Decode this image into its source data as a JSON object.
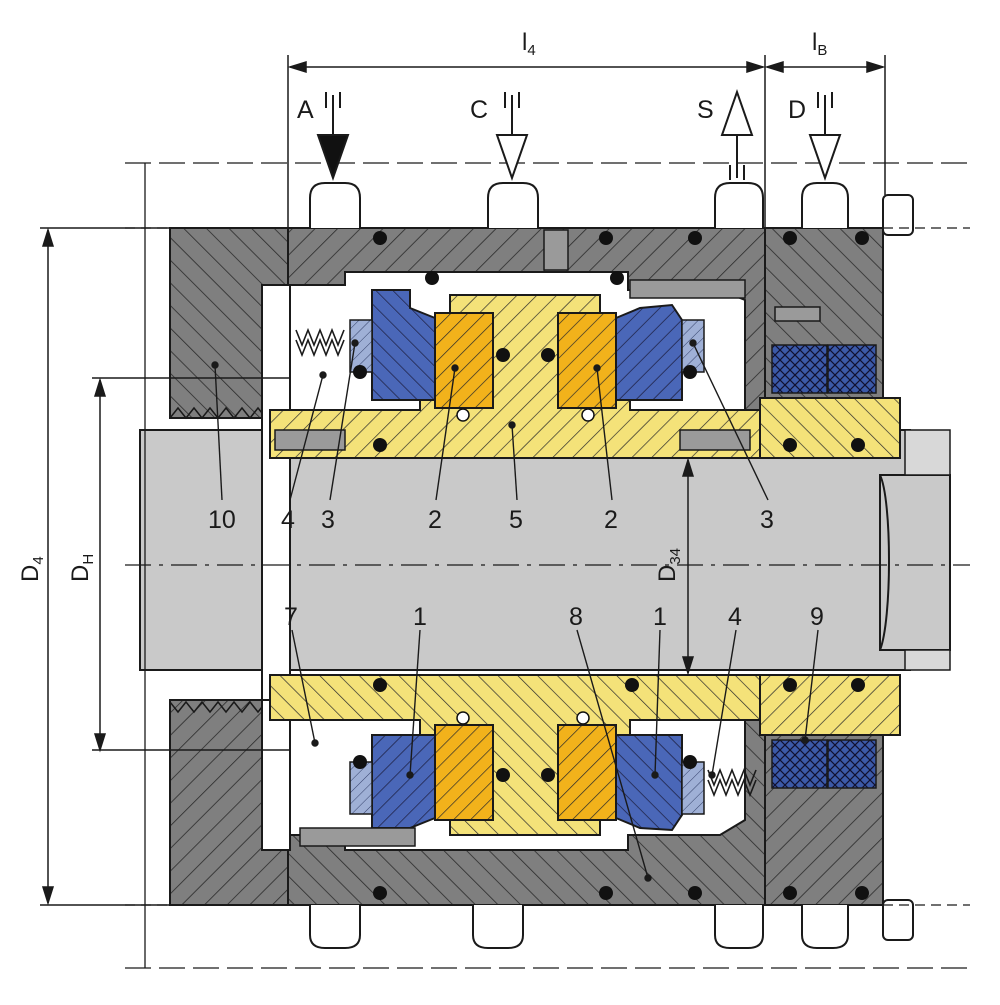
{
  "dimensions": {
    "l4": {
      "main": "l",
      "sub": "4"
    },
    "lB": {
      "main": "l",
      "sub": "B"
    },
    "D4": {
      "main": "D",
      "sub": "4"
    },
    "DH": {
      "main": "D",
      "sub": "H"
    },
    "D34": {
      "main": "D",
      "sub": "34"
    }
  },
  "ports": {
    "A": "A",
    "C": "C",
    "S": "S",
    "D": "D"
  },
  "part_labels": {
    "p10": "10",
    "p4_top_left": "4",
    "p3_top_left": "3",
    "p2_top_left": "2",
    "p5": "5",
    "p2_top_right": "2",
    "p3_top_right": "3",
    "p7": "7",
    "p1_bottom_left": "1",
    "p8": "8",
    "p1_bottom_right": "1",
    "p4_bottom_right": "4",
    "p9": "9"
  },
  "colors": {
    "housing": "#7f7f7f",
    "shaft": "#c9c9c9",
    "sleeve_yellow": "#f4e279",
    "seal_ring_orange": "#f2b21b",
    "stationary_blue": "#4a67b8",
    "bellows_light_blue": "#9fb0d6",
    "cavity_white": "#ffffff",
    "line": "#1a1a1a"
  }
}
